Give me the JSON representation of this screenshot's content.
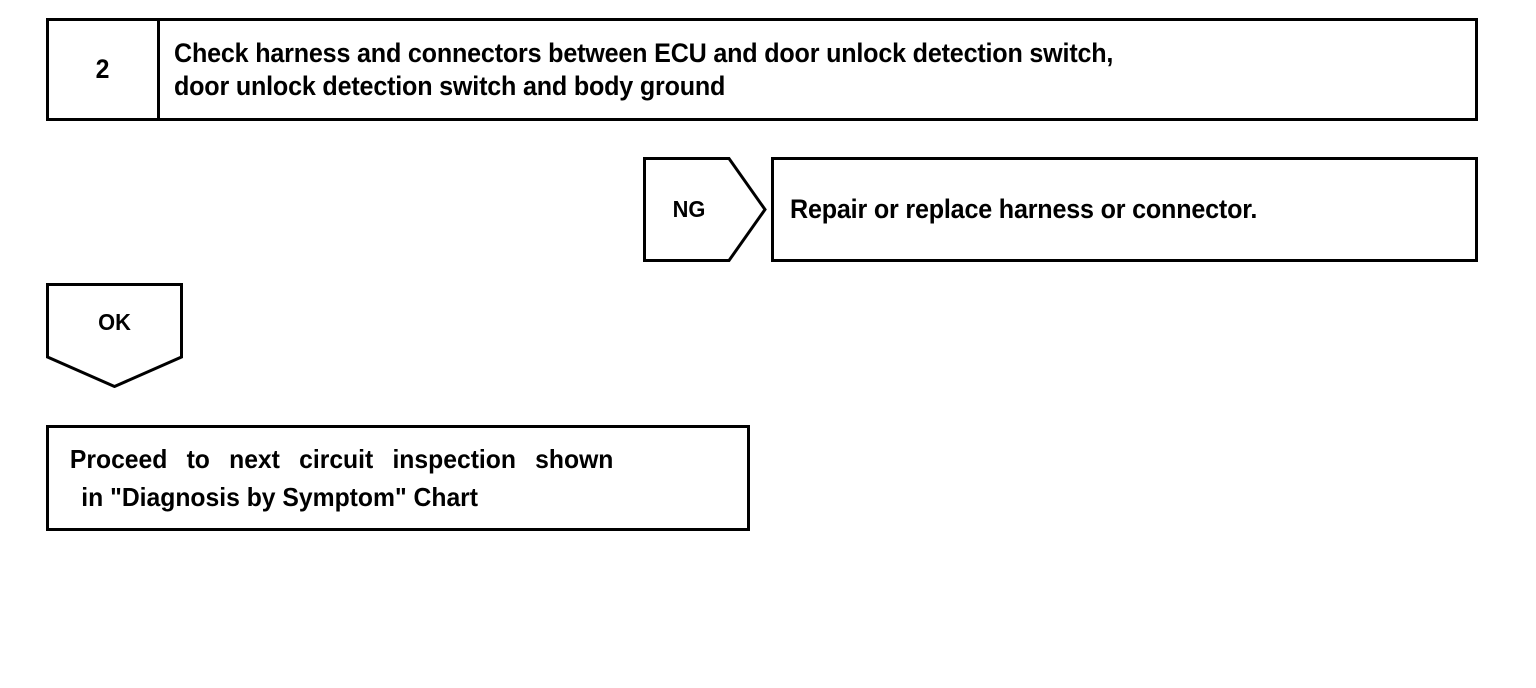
{
  "diagram": {
    "type": "troubleshooting-flowchart",
    "title": "Diagnostic Step 2 Flow",
    "stroke_color": "#000000",
    "background_color": "#ffffff"
  },
  "step": {
    "number": "2",
    "title_line1": "Check harness and connectors between ECU and door unlock detection switch,",
    "title_line2": "door unlock detection switch and body ground"
  },
  "branches": {
    "ng": {
      "label": "NG",
      "shape": "pentagon-arrow-right",
      "result_box_text": "Repair or replace harness or connector."
    },
    "ok": {
      "label": "OK",
      "shape": "pentagon-arrow-down",
      "result_box_line1": "Proceed to next circuit inspection shown",
      "result_box_line2": "in \"Diagnosis by Symptom\" Chart"
    }
  }
}
